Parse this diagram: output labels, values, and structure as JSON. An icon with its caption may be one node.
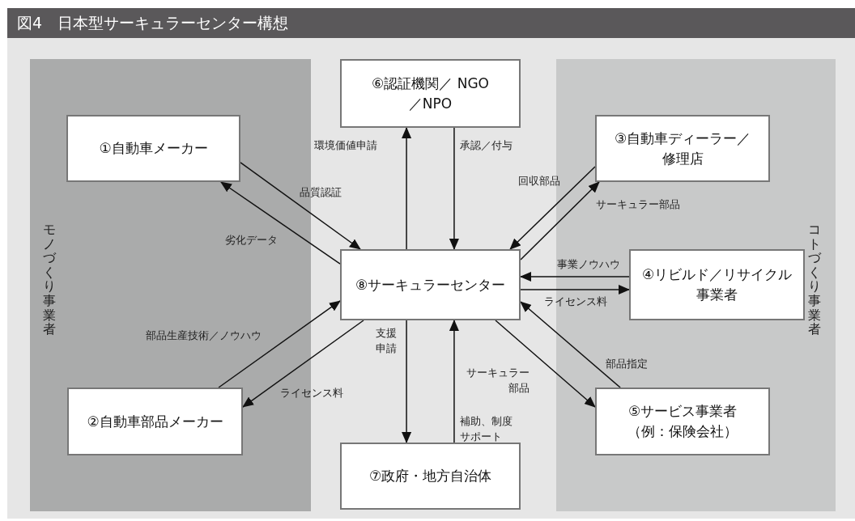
{
  "diagram": {
    "title": "図4　日本型サーキュラーセンター構想",
    "nodes": [
      {
        "text": [
          "モノづくり事業者"
        ]
      },
      {
        "text": [
          "①自動車メーカー"
        ],
        "in": 0
      },
      {
        "text": [
          "②自動車部品メーカー"
        ],
        "in": 0
      },
      {
        "text": [
          "コトづくり事業者"
        ]
      },
      {
        "text": [
          "③自動車ディーラー／修理店"
        ],
        "in": 3
      },
      {
        "text": [
          "④リビルド／リサイクル事業者"
        ],
        "in": 3
      },
      {
        "text": [
          "⑤サービス事業者（例：保険会社）"
        ],
        "in": 3
      },
      {
        "text": [
          "⑥認証機関／ NGO ／NPO"
        ]
      },
      {
        "text": [
          "⑧サーキュラーセンター"
        ]
      },
      {
        "text": [
          "⑦政府・地方自治体"
        ]
      }
    ],
    "edges": [
      {
        "from": 1,
        "to": 8,
        "arrow": "to",
        "label": "品質認証"
      },
      {
        "from": 8,
        "to": 1,
        "arrow": "to",
        "label": "劣化データ"
      },
      {
        "from": 8,
        "to": 7,
        "arrow": "to",
        "label": "環境価値申請"
      },
      {
        "from": 7,
        "to": 8,
        "arrow": "to",
        "label": "承認／付与"
      },
      {
        "from": 4,
        "to": 8,
        "arrow": "to",
        "label": "回収部品"
      },
      {
        "from": 8,
        "to": 4,
        "arrow": "to",
        "label": "サーキュラー部品"
      },
      {
        "from": 5,
        "to": 8,
        "arrow": "to",
        "label": "事業ノウハウ"
      },
      {
        "from": 8,
        "to": 5,
        "arrow": "to",
        "label": "ライセンス料"
      },
      {
        "from": 6,
        "to": 8,
        "arrow": "to",
        "label": "部品指定"
      },
      {
        "from": 8,
        "to": 6,
        "arrow": "to",
        "label": "サーキュラー部品"
      },
      {
        "from": 2,
        "to": 8,
        "arrow": "to",
        "label": "部品生産技術／ノウハウ"
      },
      {
        "from": 8,
        "to": 2,
        "arrow": "to",
        "label": "ライセンス料"
      },
      {
        "from": 8,
        "to": 9,
        "arrow": "to",
        "label": "支援申請"
      },
      {
        "from": 9,
        "to": 8,
        "arrow": "to",
        "label": "補助、制度サポート"
      }
    ]
  }
}
